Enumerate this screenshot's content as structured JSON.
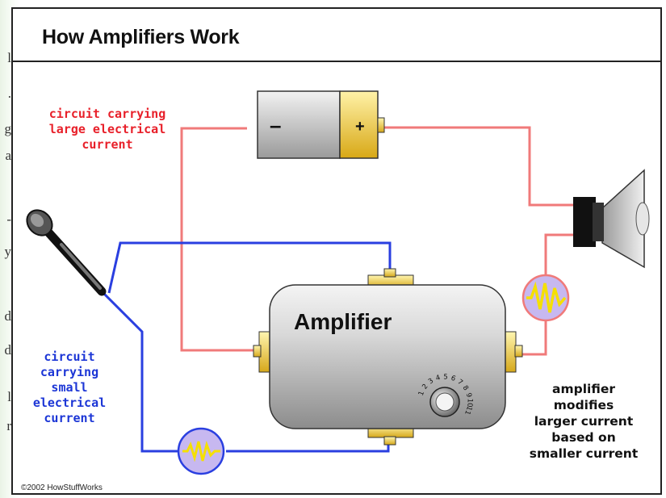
{
  "side_text": [
    "l",
    ".",
    "g",
    "a",
    "-",
    "y",
    "d",
    "d",
    "l",
    "r"
  ],
  "title": "How Amplifiers Work",
  "labels": {
    "large_circuit": [
      "circuit carrying",
      "large electrical",
      "current"
    ],
    "small_circuit": [
      "circuit",
      "carrying",
      "small",
      "electrical",
      "current"
    ],
    "modifies": [
      "amplifier",
      "modifies",
      "larger current",
      "based on",
      "smaller current"
    ]
  },
  "amplifier_label": "Amplifier",
  "battery": {
    "minus": "–",
    "plus": "+"
  },
  "dial_numbers": [
    "1",
    "2",
    "3",
    "4",
    "5",
    "6",
    "7",
    "8",
    "9",
    "10",
    "11"
  ],
  "copyright": "©2002 HowStuffWorks",
  "colors": {
    "large_current_wire": "#f07a7a",
    "small_current_wire": "#2a3fe0",
    "battery_cap": "#f1c232",
    "amp_body": "#c9c9c9",
    "meter_fill": "#c7b8f0",
    "wave": "#f5e000"
  },
  "icons": [
    "microphone-icon",
    "battery-icon",
    "speaker-icon",
    "amplifier-icon",
    "current-meter-icon",
    "volume-dial-icon"
  ]
}
